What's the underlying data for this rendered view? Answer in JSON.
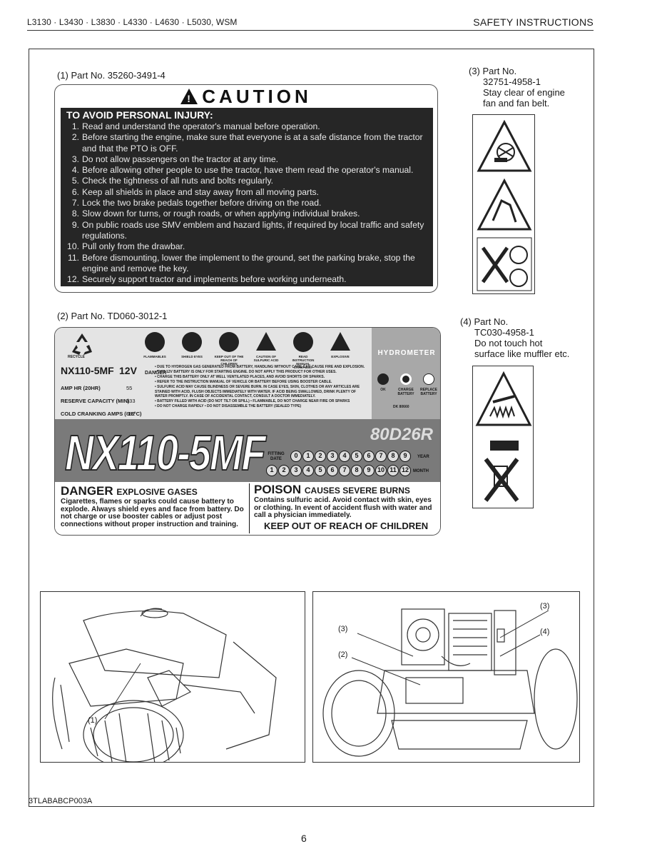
{
  "header": {
    "models": "L3130 · L3430 · L3830 · L4330 · L4630 · L5030, WSM",
    "section": "SAFETY INSTRUCTIONS"
  },
  "label1": {
    "part": "(1) Part No. 35260-3491-4",
    "title": "CAUTION",
    "subtitle": "TO AVOID PERSONAL INJURY:",
    "items": [
      {
        "n": "1.",
        "text": "Read and understand the operator's manual before operation."
      },
      {
        "n": "2.",
        "text": "Before starting the engine, make sure that everyone is at a safe distance from the tractor and that the PTO is OFF."
      },
      {
        "n": "3.",
        "text": "Do not allow passengers on the tractor at any time."
      },
      {
        "n": "4.",
        "text": "Before allowing other people to use the tractor, have them read the operator's manual."
      },
      {
        "n": "5.",
        "text": "Check the tightness of all nuts and bolts regularly."
      },
      {
        "n": "6.",
        "text": "Keep all shields in place and stay away from all moving parts."
      },
      {
        "n": "7.",
        "text": "Lock the two brake pedals together before driving on the road."
      },
      {
        "n": "8.",
        "text": "Slow down for turns, or rough roads, or when applying individual brakes."
      },
      {
        "n": "9.",
        "text": "On public roads use SMV emblem and hazard lights, if required by local traffic and safety regulations."
      },
      {
        "n": "10.",
        "text": "Pull only from the drawbar."
      },
      {
        "n": "11.",
        "text": "Before dismounting, lower the implement to the ground, set the parking brake, stop the engine and remove the key."
      },
      {
        "n": "12.",
        "text": "Securely support tractor and implements before working underneath."
      }
    ]
  },
  "label2": {
    "part": "(2) Part No. TD060-3012-1",
    "recycle": "RECYCLE",
    "model": "NX110-5MF",
    "voltage": "12V",
    "specs": [
      {
        "label": "AMP HR (20HR)",
        "value": "55"
      },
      {
        "label": "RESERVE CAPACITY (MIN)",
        "value": "133"
      },
      {
        "label": "COLD CRANKING AMPS (-18°C)",
        "value": "582"
      }
    ],
    "icon_captions": [
      "FLAMMABLES",
      "SHIELD EYES",
      "KEEP OUT OF THE REACH OF CHILDREN",
      "CAUTION OF SULFURIC ACID",
      "READ INSTRUCTION MANUAL CAREFULLY",
      "EXPLOSIVE"
    ],
    "danger_vertical": "DANGER",
    "warnings": [
      "• DUE TO HYDROGEN GAS GENERATED FROM BATTERY, HANDLING WITHOUT CARE CAN CAUSE FIRE AND EXPLOSION.",
      "• THIS 12V BATTERY IS ONLY FOR STARTING ENGINE. DO NOT APPLY THIS PRODUCT FOR OTHER USES.",
      "• CHARGE THIS BATTERY ONLY AT WELL VENTILATED PLACES, AND AVOID SHORTS OR SPARKS.",
      "• REFER TO THE INSTRUCTION MANUAL OF VEHICLE OR BATTERY BEFORE USING BOOSTER CABLE.",
      "• SULFURIC ACID MAY CAUSE BLINDNESS OR SEVERE BURN. IN CASE EYES, SKIN, CLOTHES OR ANY ARTICLES ARE STAINED WITH ACID, FLUSH OBJECTS IMMEDIATELY WITH WATER. IF ACID BEING SWALLOWED, DRINK PLENTY OF WATER PROMPTLY. IN CASE OF ACCIDENTAL CONTACT, CONSULT A DOCTOR IMMEDIATELY.",
      "• BATTERY FILLED WITH ACID (DO NOT TILT OR SPILL)  • FLAMMABLE, DO NOT CHARGE NEAR FIRE OR SPARKS",
      "• DO NOT CHARGE RAPIDLY  • DO NOT DISASSEMBLE THE BATTERY (SEALED TYPE)"
    ],
    "hydrometer": "HYDROMETER",
    "indicators": [
      "OK",
      "CHARGE BATTERY",
      "REPLACE BATTERY"
    ],
    "indicator_code": "DK 80660",
    "big_model": "NX110-5MF",
    "code": "80D26R",
    "fitting_date": "FITTING DATE",
    "year_label": "YEAR",
    "month_label": "MONTH",
    "year_digits": [
      "0",
      "1",
      "2",
      "3",
      "4",
      "5",
      "6",
      "7",
      "8",
      "9"
    ],
    "month_digits": [
      "1",
      "2",
      "3",
      "4",
      "5",
      "6",
      "7",
      "8",
      "9",
      "10",
      "11",
      "12"
    ],
    "danger_title": "DANGER",
    "danger_sub": "EXPLOSIVE GASES",
    "danger_text": "Cigarettes, flames or sparks could cause battery to explode. Always shield eyes and face from battery. Do not charge or use booster cables or adjust post connections without proper instruction and training.",
    "poison_title": "POISON",
    "poison_sub": "CAUSES SEVERE BURNS",
    "poison_text": "Contains sulfuric acid. Avoid contact with skin, eyes or clothing. In event of accident flush with water and call a physician immediately.",
    "keep_out": "KEEP OUT OF REACH OF CHILDREN"
  },
  "label3": {
    "part": "(3) Part No.",
    "number": "32751-4958-1",
    "desc1": "Stay clear of engine",
    "desc2": "fan and fan belt."
  },
  "label4": {
    "part": "(4) Part No.",
    "number": "TC030-4958-1",
    "desc1": "Do not touch hot",
    "desc2": "surface like muffler etc."
  },
  "illustrations": {
    "left_callout": "(1)",
    "right_callouts": [
      "(3)",
      "(2)",
      "(3)",
      "(4)"
    ]
  },
  "footer": {
    "code": "3TLABABCP003A",
    "page": "6"
  }
}
